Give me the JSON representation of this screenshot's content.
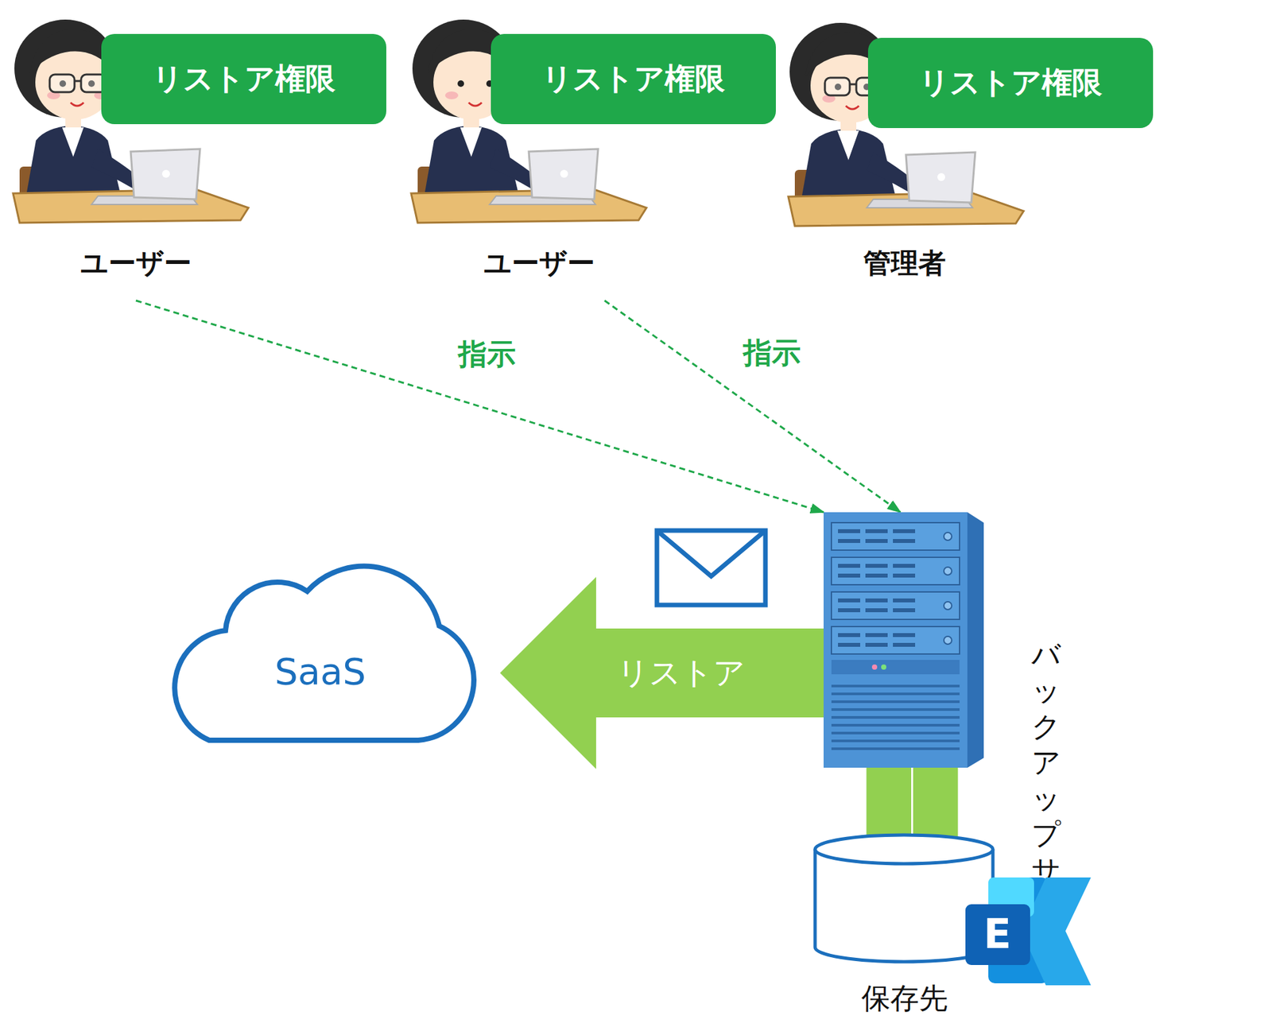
{
  "diagram": {
    "nodes": [
      {
        "text": [
          "リストア権限",
          "ユーザー"
        ]
      },
      {
        "text": [
          "リストア権限",
          "ユーザー"
        ]
      },
      {
        "text": [
          "リストア権限",
          "管理者"
        ]
      },
      {
        "text": [
          "SaaS"
        ]
      },
      {
        "text": [
          "バックアップ サーバー"
        ]
      },
      {
        "text": [
          "保存先"
        ]
      }
    ],
    "edges": [
      {
        "from": 0,
        "to": 4,
        "label": "指示",
        "arrow": "to"
      },
      {
        "from": 1,
        "to": 4,
        "label": "指示",
        "arrow": "to"
      },
      {
        "from": 4,
        "to": 3,
        "label": "リストア",
        "arrow": "to"
      },
      {
        "from": 4,
        "to": 5,
        "arrow": "none"
      }
    ],
    "labels": [
      "E"
    ]
  }
}
